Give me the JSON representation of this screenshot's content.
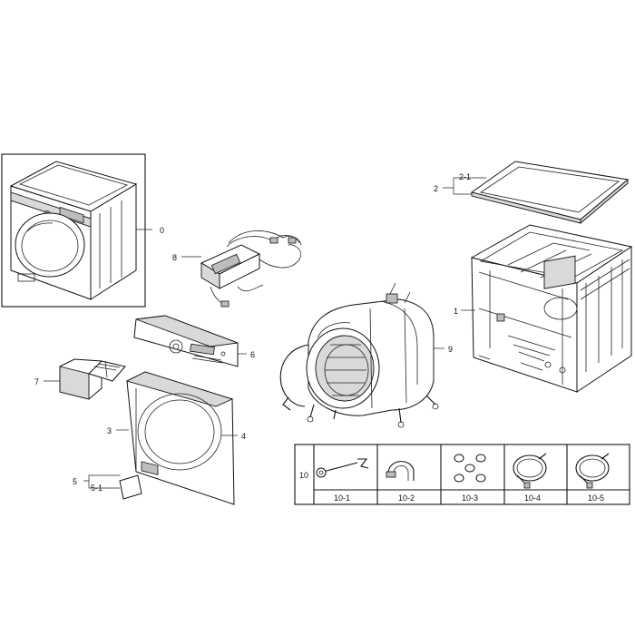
{
  "callouts": {
    "c0": "0",
    "c1": "1",
    "c2": "2",
    "c2_1": "2-1",
    "c3": "3",
    "c4": "4",
    "c5": "5",
    "c5_1": "5-1",
    "c6": "6",
    "c7": "7",
    "c8": "8",
    "c9": "9"
  },
  "accessory_table": {
    "group_label": "10",
    "items": [
      {
        "code": "10-1",
        "icon": "wrench-icon"
      },
      {
        "code": "10-2",
        "icon": "hose-guide-icon"
      },
      {
        "code": "10-3",
        "icon": "caps-icon"
      },
      {
        "code": "10-4",
        "icon": "hose-coil-icon"
      },
      {
        "code": "10-5",
        "icon": "hose-coil-icon"
      }
    ]
  }
}
